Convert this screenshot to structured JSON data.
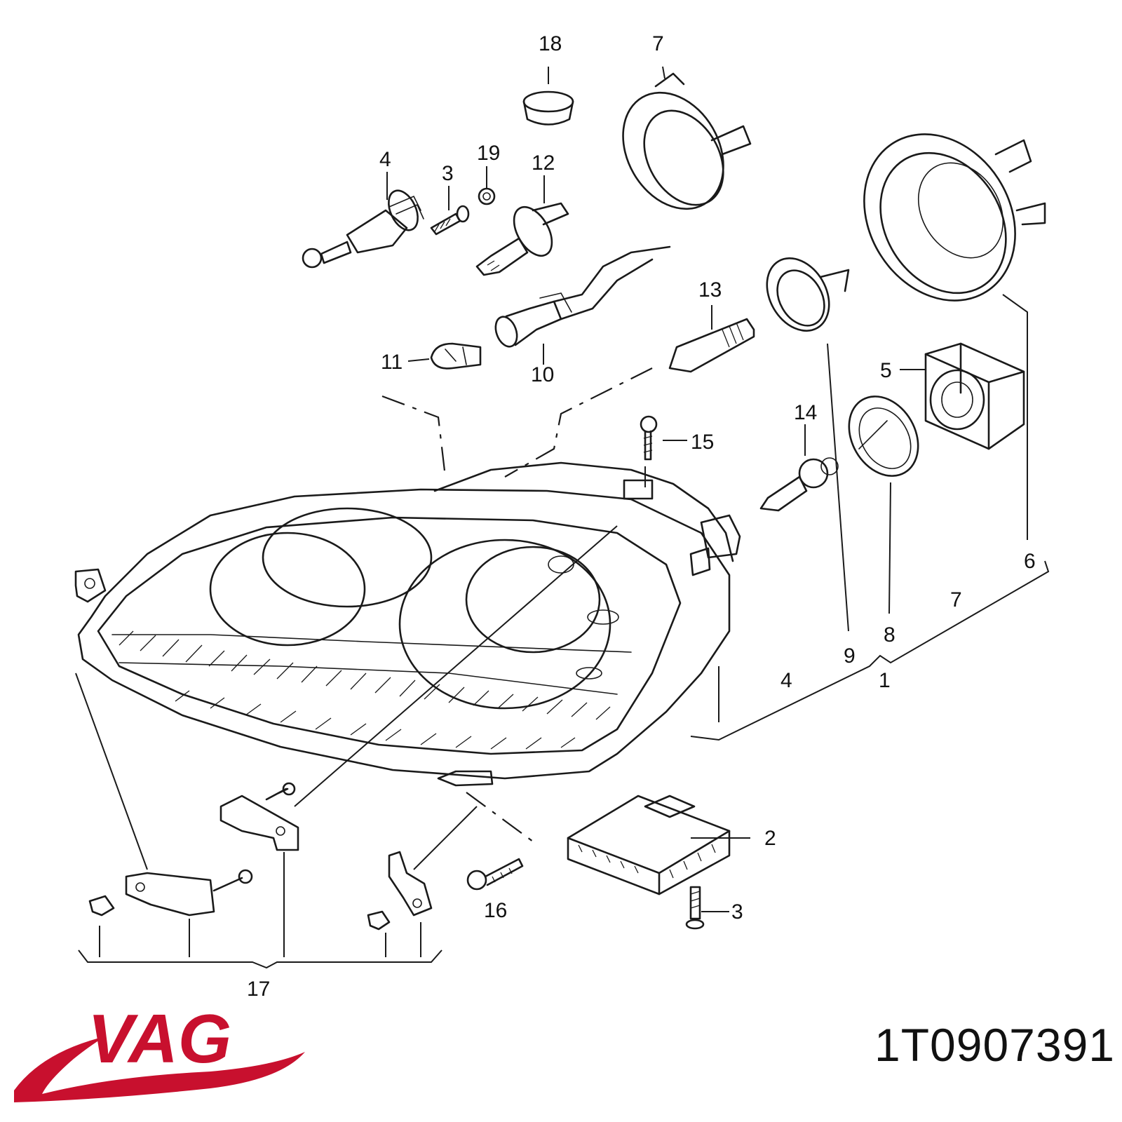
{
  "callouts": {
    "c18": "18",
    "c7_top": "7",
    "c4_top": "4",
    "c3_top": "3",
    "c19": "19",
    "c12": "12",
    "c13": "13",
    "c11": "11",
    "c10": "10",
    "c5": "5",
    "c15": "15",
    "c14": "14",
    "c6": "6",
    "c7_right": "7",
    "c9": "9",
    "c8": "8",
    "c4_group": "4",
    "c1": "1",
    "c2": "2",
    "c3_bottom": "3",
    "c16": "16",
    "c17": "17"
  },
  "brand": {
    "logo_text": "VAG",
    "logo_color": "#c8102e"
  },
  "part_number": "1T0907391"
}
